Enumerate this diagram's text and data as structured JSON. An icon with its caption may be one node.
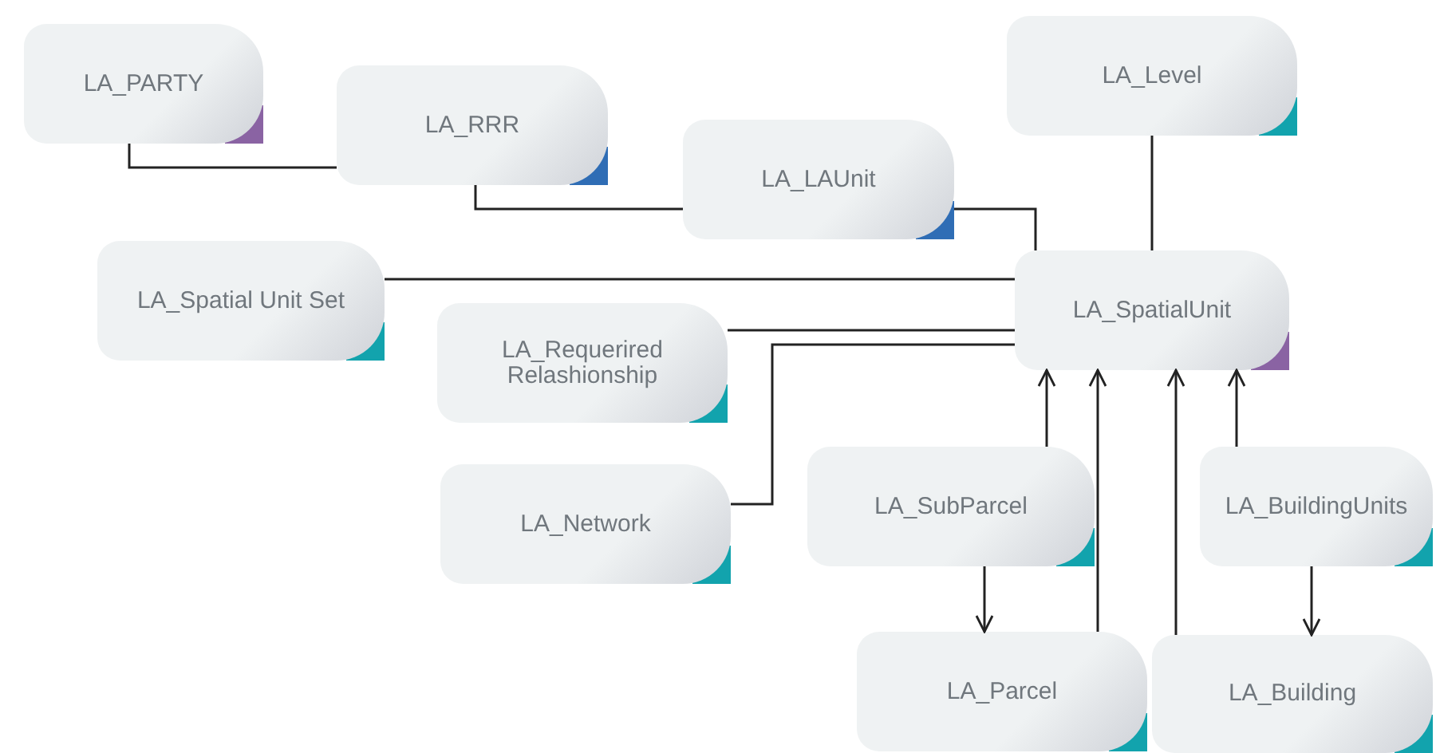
{
  "diagram": {
    "nodes": [
      {
        "text": [
          "LA_PARTY"
        ]
      },
      {
        "text": [
          "LA_RRR"
        ]
      },
      {
        "text": [
          "LA_LAUnit"
        ]
      },
      {
        "text": [
          "LA_Level"
        ]
      },
      {
        "text": [
          "LA_Spatial Unit  Set"
        ]
      },
      {
        "text": [
          "LA_SpatialUnit"
        ]
      },
      {
        "text": [
          "LA_Requerired Relashionship"
        ]
      },
      {
        "text": [
          "LA_Network"
        ]
      },
      {
        "text": [
          "LA_SubParcel"
        ]
      },
      {
        "text": [
          "LA_BuildingUnits"
        ]
      },
      {
        "text": [
          "LA_Parcel"
        ]
      },
      {
        "text": [
          "LA_Building"
        ]
      }
    ],
    "edges": [
      {
        "from": 0,
        "to": 1,
        "arrow": "none"
      },
      {
        "from": 1,
        "to": 2,
        "arrow": "none"
      },
      {
        "from": 2,
        "to": 5,
        "arrow": "none"
      },
      {
        "from": 3,
        "to": 5,
        "arrow": "none"
      },
      {
        "from": 4,
        "to": 5,
        "arrow": "none"
      },
      {
        "from": 6,
        "to": 5,
        "arrow": "none"
      },
      {
        "from": 7,
        "to": 5,
        "arrow": "none"
      },
      {
        "from": 8,
        "to": 5,
        "arrow": "to"
      },
      {
        "from": 8,
        "to": 10,
        "arrow": "to"
      },
      {
        "from": 10,
        "to": 5,
        "arrow": "to"
      },
      {
        "from": 11,
        "to": 5,
        "arrow": "to"
      },
      {
        "from": 9,
        "to": 5,
        "arrow": "to"
      },
      {
        "from": 9,
        "to": 11,
        "arrow": "to"
      }
    ]
  }
}
